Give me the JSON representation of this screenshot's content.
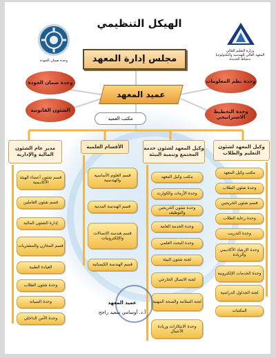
{
  "title": "الهيكل التنظيمي",
  "left_logo_caption": "وحدة ضمان الجودة",
  "right_logo_caption": [
    "وزارة التعليم العالي",
    "المعهد العالي للهندسة والتكنولوجيا",
    "بدمياط الجديدة"
  ],
  "council": "مجلس إدارة المعهد",
  "dean": "عميد المعهد",
  "dean_office": "مكتب العميد",
  "ovals": {
    "quality": "وحدة ضمان الجودة",
    "legal": "الشئون القانونية",
    "info_systems": "وحدة نظم المعلومات",
    "strategic": "وحدة التخطيط الاستراتيجي"
  },
  "columns": {
    "admin": {
      "header": "مدير عام الشئون المالية والإدارية",
      "items": [
        "قسم شئون أعضاء الهيئة الأكاديمية",
        "قسم شئون العاملين",
        "إدارة الشئون المالية",
        "قسم المخازن والمشتريات",
        "العيادة الطبية",
        "وحدة شئون الطلاب",
        "وحدة الصيانة",
        "وحدة الأمن الداخلي"
      ]
    },
    "academic": {
      "header": "الأقسام العلمية",
      "items": [
        "قسم العلوم الأساسية والهندسية",
        "قسم الهندسة المدنية",
        "قسم هندسة الاتصالات والإلكترونيات",
        "قسم الهندسة الكيميائية"
      ]
    },
    "community": {
      "header": "وكيل المعهد لشئون خدمة المجتمع وتنمية البيئة",
      "items": [
        "مكتب وكيل المعهد",
        "وحدة الأزمات والكوارث",
        "وحدة شئون الخريجين والتوظيف",
        "وحدة الخدمة العامة",
        "وحدة البحث العلمي",
        "لجنة شئون البيئة",
        "لجنة الاتصال الخارجي",
        "لجنة السلامة والصحة المهنية",
        "وحدة الابتكارات وريادة الأعمال"
      ]
    },
    "education": {
      "header": "وكيل المعهد لشئون التعليم والطلاب",
      "items": [
        "مكتب وكيل المعهد",
        "وحدة شئون الطلاب",
        "قسم شئون الخريجين",
        "وحدة رعاية الطلاب",
        "وحدة التدريب",
        "وحدة الإرشاد الأكاديمي والريادة",
        "وحدة الخدمات الإلكترونية",
        "لجنة الجداول الدراسية",
        "المكتبات"
      ]
    }
  },
  "signature": {
    "title": "عميد المعهد",
    "name": "أ.د. أوسامي سعيد راجح"
  },
  "colors": {
    "item_fill": "#f2c04a",
    "connector": "#f4b442",
    "oval_fill": "#c9421f",
    "dean_fill": "#e8a13c"
  }
}
